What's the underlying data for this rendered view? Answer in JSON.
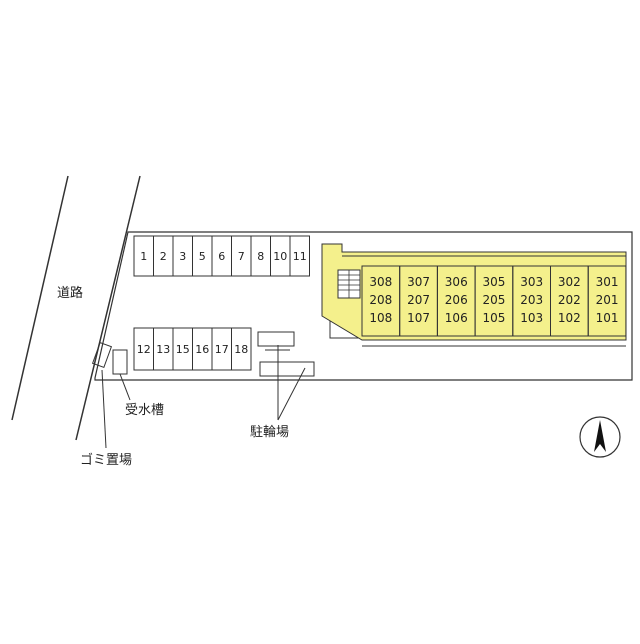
{
  "road_label": "道路",
  "parking_row_top": [
    "1",
    "2",
    "3",
    "5",
    "6",
    "7",
    "8",
    "10",
    "11"
  ],
  "parking_row_bottom": [
    "12",
    "13",
    "15",
    "16",
    "17",
    "18"
  ],
  "building_units": [
    [
      "308",
      "208",
      "108"
    ],
    [
      "307",
      "207",
      "107"
    ],
    [
      "306",
      "206",
      "106"
    ],
    [
      "305",
      "205",
      "105"
    ],
    [
      "303",
      "203",
      "103"
    ],
    [
      "302",
      "202",
      "102"
    ],
    [
      "301",
      "201",
      "101"
    ]
  ],
  "labels": {
    "water_tank": "受水槽",
    "garbage": "ゴミ置場",
    "bicycle": "駐輪場"
  },
  "icons": {
    "north": "north-arrow-icon"
  },
  "colors": {
    "building_fill": "#f4f08c",
    "line": "#333333"
  }
}
